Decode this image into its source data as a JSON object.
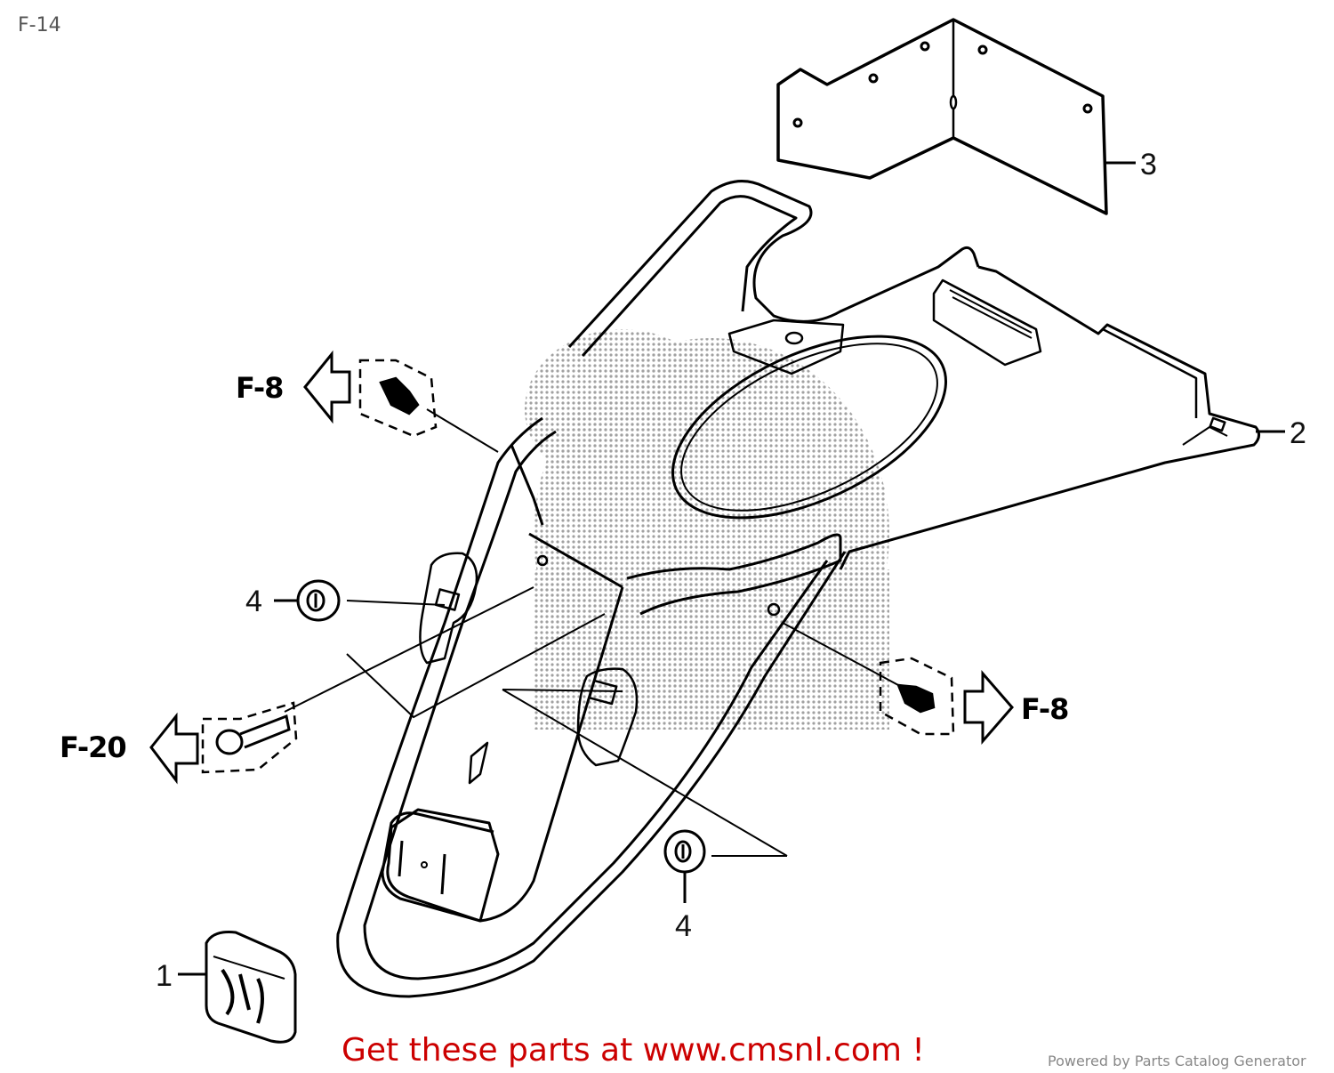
{
  "page": {
    "title": "F-14"
  },
  "diagram": {
    "type": "exploded parts diagram",
    "subject": "rear fender assembly",
    "callouts": [
      {
        "number": "1",
        "part": "license/tail light lens"
      },
      {
        "number": "2",
        "part": "rear fender"
      },
      {
        "number": "3",
        "part": "bracket plate"
      },
      {
        "number": "4",
        "part": "grommet (left)"
      },
      {
        "number": "4",
        "part": "grommet (lower)"
      }
    ],
    "references": [
      {
        "label": "F-8",
        "direction": "left",
        "position": "upper-left"
      },
      {
        "label": "F-20",
        "direction": "left",
        "position": "left"
      },
      {
        "label": "F-8",
        "direction": "right",
        "position": "right"
      }
    ]
  },
  "footer": {
    "cta_text": "Get these parts at www.cmsnl.com !",
    "cta_color": "#cc0000",
    "powered_by": "Powered by Parts Catalog Generator"
  }
}
